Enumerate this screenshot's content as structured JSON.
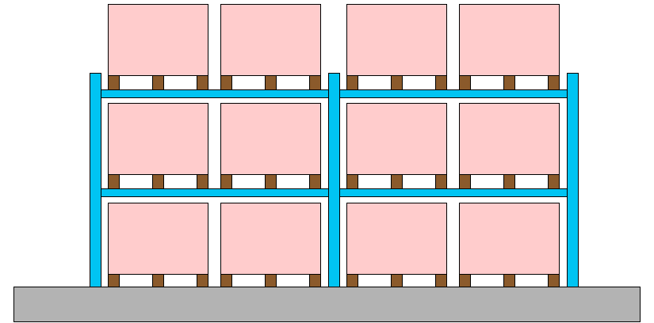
{
  "colors": {
    "background": "#ffffff",
    "floor": "#b3b3b3",
    "rack_frame": "#00c4f2",
    "load": "#ffcccc",
    "pallet_board": "#ffffff",
    "pallet_block": "#8b5a2b",
    "outline": "#000000"
  },
  "rack": {
    "bays": 2,
    "levels": 3,
    "pallets_per_bay": 2
  }
}
